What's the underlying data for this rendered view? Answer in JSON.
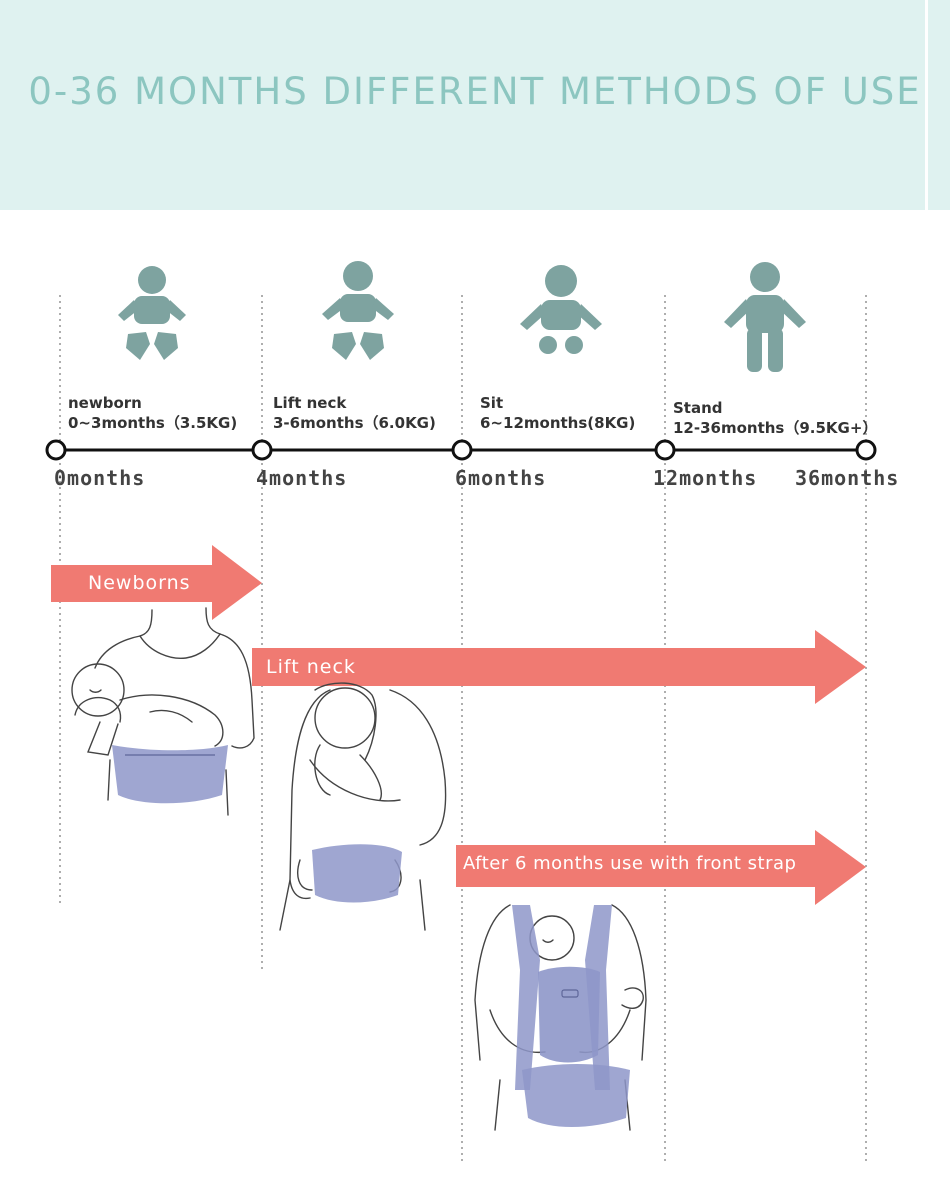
{
  "header": {
    "title": "0-36 MONTHS DIFFERENT METHODS OF USE"
  },
  "colors": {
    "header_bg": "#dff2f0",
    "title": "#8cc6c0",
    "icon": "#7ea3a0",
    "arrow": "#f07a72",
    "carrier": "#8e97c9"
  },
  "stages": [
    {
      "name": "newborn",
      "detail": "0~3months（3.5KG)",
      "icon": "baby-lying-icon"
    },
    {
      "name": "Lift neck",
      "detail": "3-6months（6.0KG)",
      "icon": "baby-lift-neck-icon"
    },
    {
      "name": "Sit",
      "detail": "6~12months(8KG)",
      "icon": "baby-sitting-icon"
    },
    {
      "name": "Stand",
      "detail": "12-36months（9.5KG+）",
      "icon": "child-standing-icon"
    }
  ],
  "timeline": {
    "ticks": [
      "0months",
      "4months",
      "6months",
      "12months",
      "36months"
    ]
  },
  "arrows": [
    {
      "label": "Newborns"
    },
    {
      "label": "Lift neck"
    },
    {
      "label": "After 6 months use with front strap"
    }
  ]
}
